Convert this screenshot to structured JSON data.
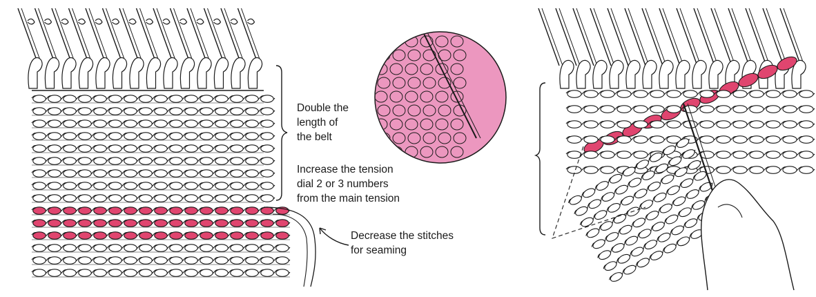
{
  "annotations": {
    "double_length": [
      "Double the",
      "length of",
      "the  belt"
    ],
    "increase_tension": [
      "Increase the tension",
      "dial 2 or 3 numbers",
      "from the main tension"
    ],
    "decrease_stitches": [
      "Decrease the stitches",
      "for seaming"
    ]
  },
  "colors": {
    "accent_pink": "#e0456f",
    "inset_pink": "#ec97bf",
    "ink": "#1a1a1a",
    "yarn_fill": "#ffffff"
  },
  "icons": [
    "latch-needle-icon",
    "magnifier-inset-icon",
    "transfer-tool-icon",
    "hand-icon",
    "bracket-icon",
    "curved-arrow-icon"
  ]
}
